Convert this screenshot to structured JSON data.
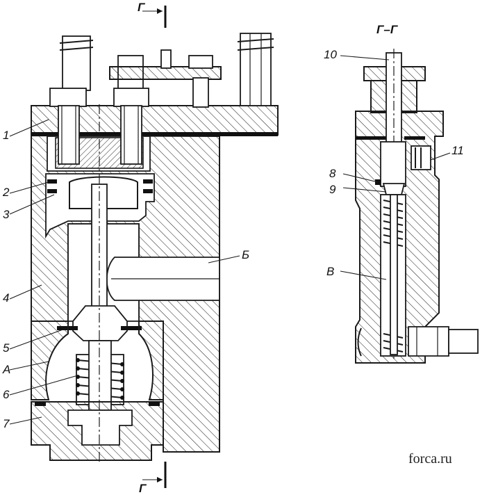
{
  "section_marks": {
    "top": "Г",
    "bottom": "Г",
    "view_title": "Г–Г"
  },
  "labels": {
    "l1": "1",
    "l2": "2",
    "l3": "3",
    "l4": "4",
    "l5": "5",
    "lA": "А",
    "l6": "6",
    "l7": "7",
    "lB_port": "Б",
    "l10": "10",
    "l11": "11",
    "l8": "8",
    "l9": "9",
    "lV": "В"
  },
  "watermark": "forca.ru"
}
